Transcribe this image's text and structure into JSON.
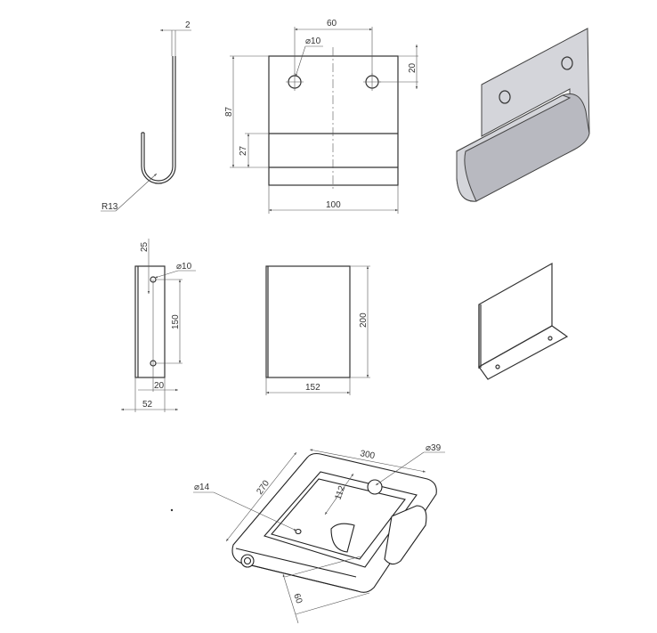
{
  "drawing": {
    "hook_side_view": {
      "thickness": "2",
      "bend_radius": "R13"
    },
    "hook_front_view": {
      "hole_spacing": "60",
      "hole_diameter": "⌀10",
      "hole_offset": "20",
      "height": "87",
      "bend_height": "27",
      "width": "100"
    },
    "bracket_side_view": {
      "hole_offset": "25",
      "hole_diameter": "⌀10",
      "hole_spacing": "150",
      "hole_edge": "20",
      "width": "52"
    },
    "bracket_front_view": {
      "height": "200",
      "width": "152"
    },
    "assembly_iso_view": {
      "length": "300",
      "width": "270",
      "pin_diameter": "⌀39",
      "hole_diameter": "⌀14",
      "slot": "112",
      "depth": "60"
    }
  },
  "colors": {
    "line": "#333333",
    "shade": "#d4d5da"
  }
}
